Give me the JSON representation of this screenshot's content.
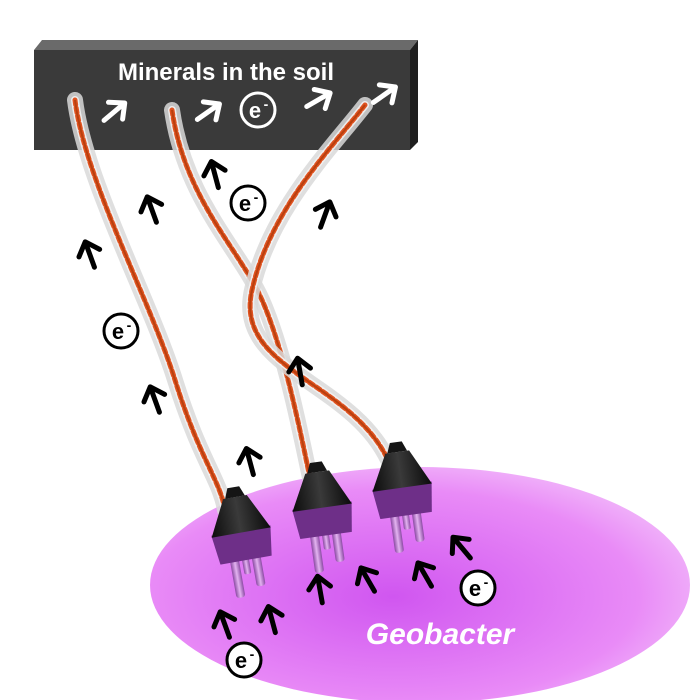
{
  "mineral_box": {
    "label": "Minerals in the soil",
    "fill": "#3a3a3a",
    "text_color": "#ffffff"
  },
  "cell": {
    "label": "Geobacter",
    "fill": "#e06ef0",
    "text_color": "#ffffff"
  },
  "electron": {
    "symbol": "e",
    "superscript": "-"
  },
  "nanowire": {
    "core_color": "#e0521f",
    "sheath_color": "#cfcfcf"
  },
  "plug": {
    "body_color": "#1f1f1f",
    "prong_color": "#b36bc6"
  },
  "arrow": {
    "dark_color": "#000000",
    "light_color": "#ffffff"
  }
}
